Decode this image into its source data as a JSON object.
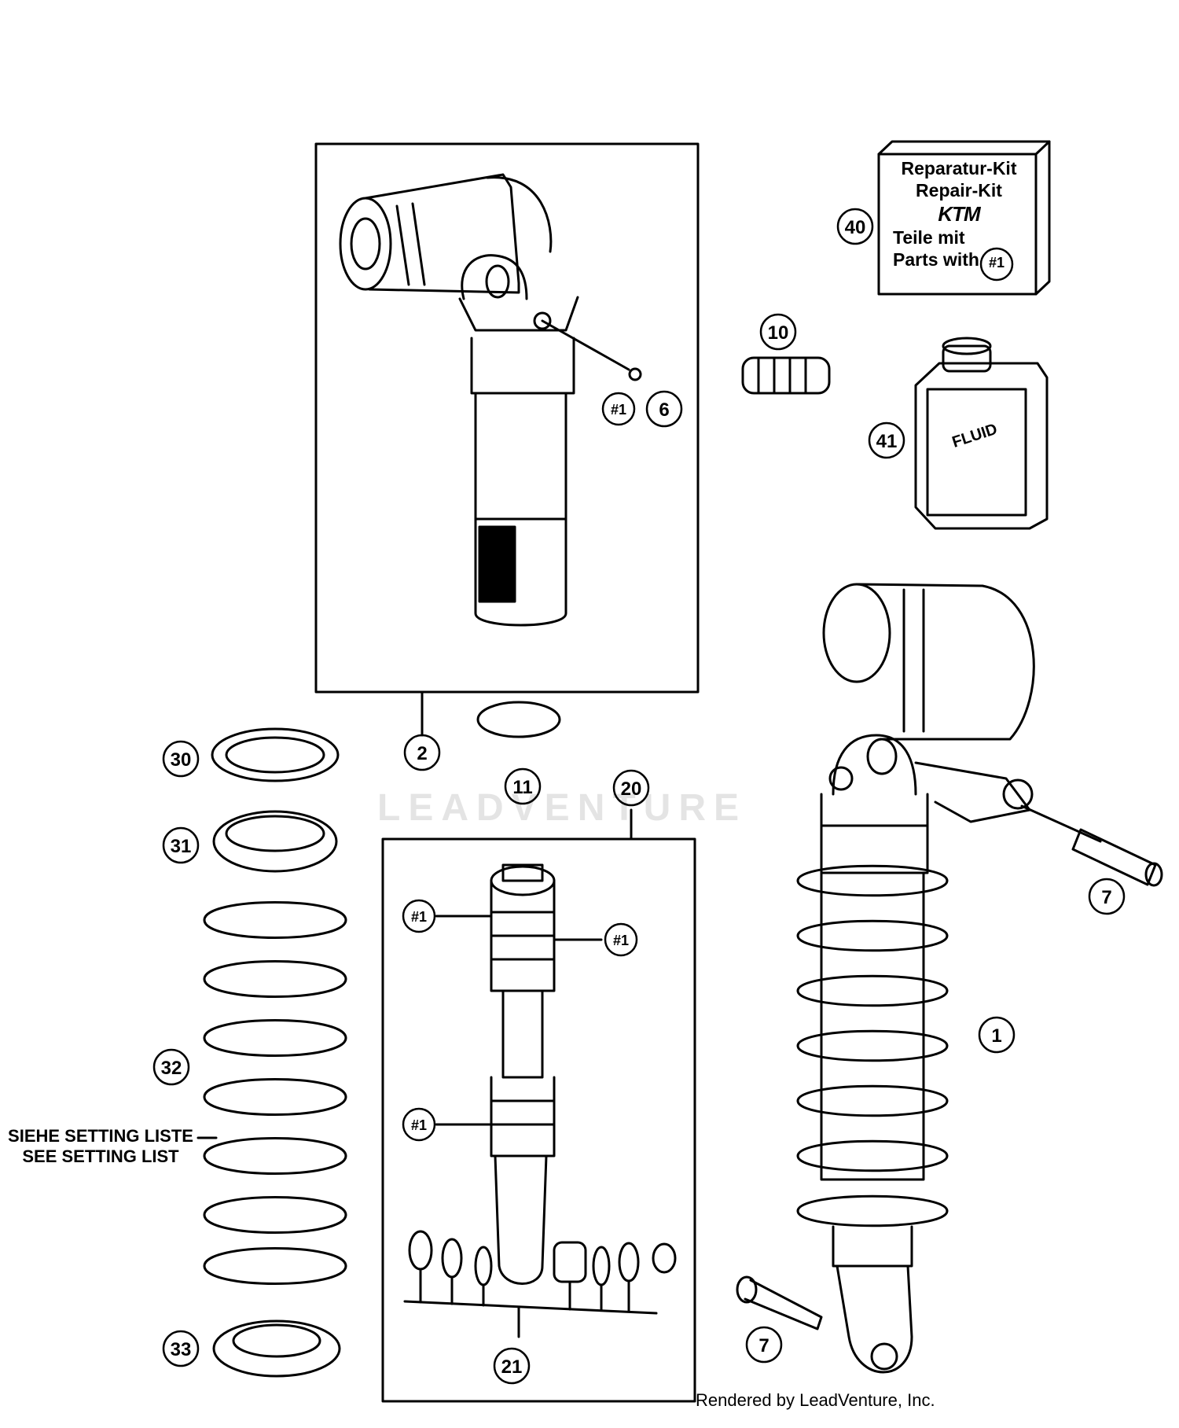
{
  "diagram": {
    "watermark": "LEADVENTURE",
    "footer": "Rendered by LeadVenture, Inc.",
    "setting_note": [
      "SIEHE SETTING LISTE",
      "SEE SETTING LIST"
    ],
    "repair_kit": {
      "line1": "Reparatur-Kit",
      "line2": "Repair-Kit",
      "brand": "KTM",
      "line3": "Teile mit",
      "line4": "Parts with",
      "ref": "#1"
    },
    "fluid_label": "FLUID",
    "callouts": {
      "c1": "1",
      "c2": "2",
      "c6": "6",
      "c7a": "7",
      "c7b": "7",
      "c10": "10",
      "c11": "11",
      "c20": "20",
      "c21": "21",
      "c30": "30",
      "c31": "31",
      "c32": "32",
      "c33": "33",
      "c40": "40",
      "c41": "41"
    },
    "refs": {
      "r_top": "#1",
      "r_mid_left": "#1",
      "r_mid_right": "#1",
      "r_low_left": "#1"
    }
  }
}
